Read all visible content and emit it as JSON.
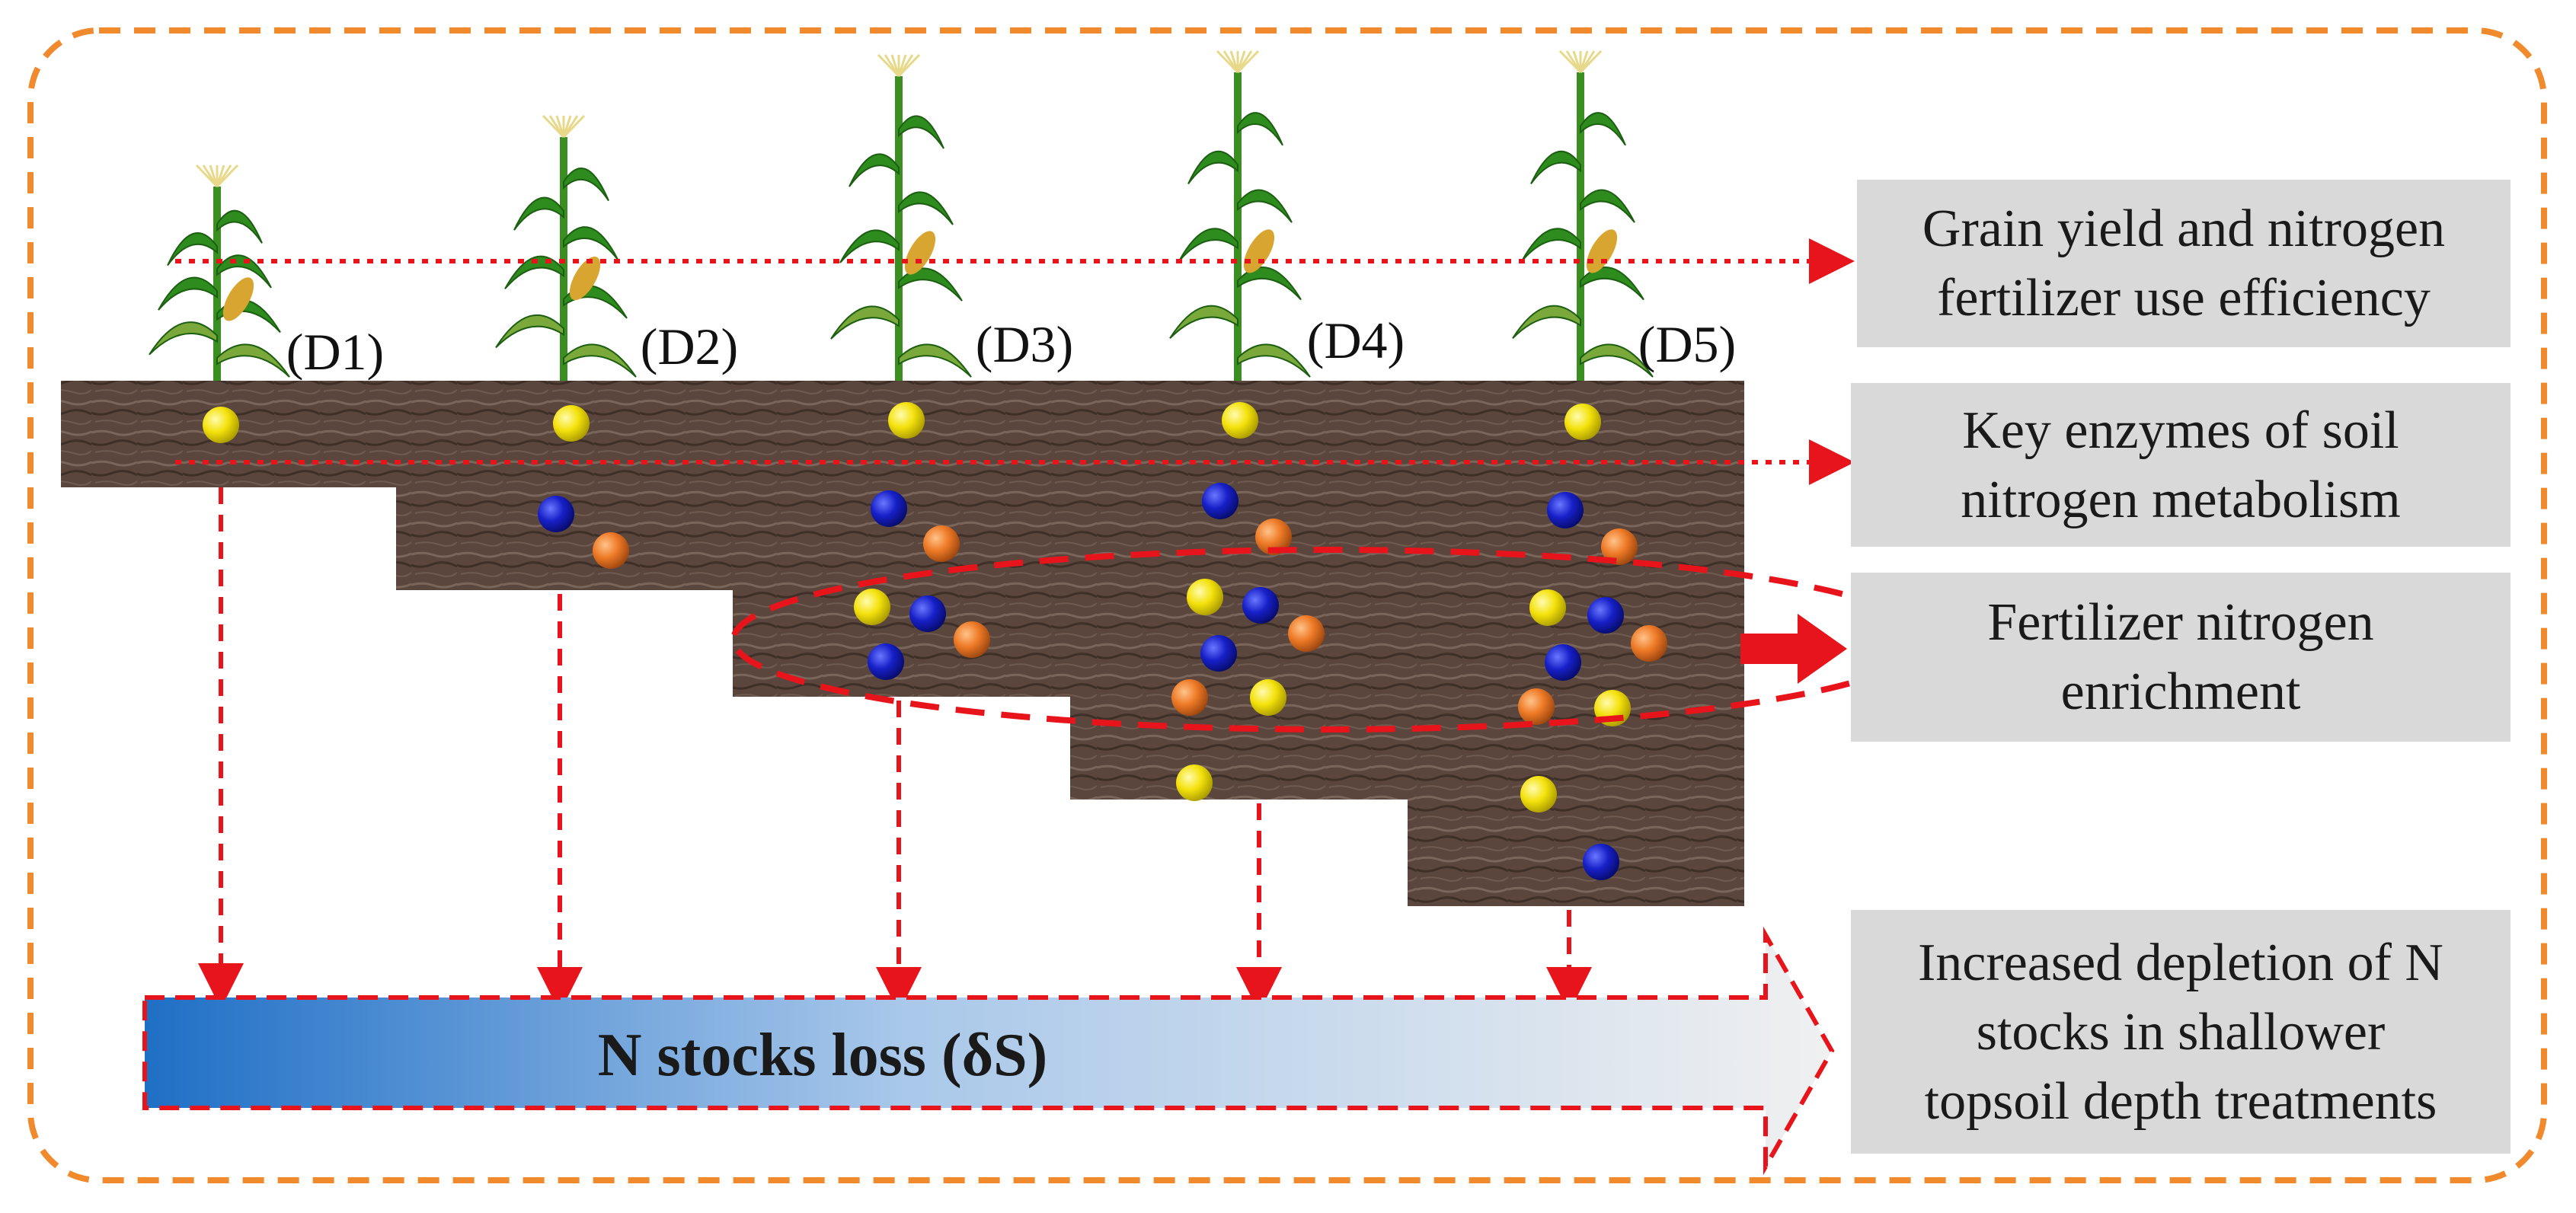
{
  "treatments": [
    "(D1)",
    "(D2)",
    "(D3)",
    "(D4)",
    "(D5)"
  ],
  "panels": {
    "grain_yield": "Grain yield and nitrogen\nfertilizer use efficiency",
    "key_enzymes": "Key enzymes of soil\nnitrogen metabolism",
    "fertilizer_enrichment": "Fertilizer nitrogen\nenrichment",
    "depletion": "Increased depletion of N\nstocks in shallower\ntopsoil depth treatments"
  },
  "arrow_label": "N stocks loss (δS)",
  "colors": {
    "frame": "#f08a2c",
    "dashed_red": "#e8141c",
    "soil": "#5a463d",
    "panel_bg": "#d9d9d9",
    "gradient_start": "#1f6fc6",
    "gradient_end": "#f0f0f0",
    "particle_yellow": "#f4e20c",
    "particle_blue": "#1720c8",
    "particle_orange": "#ee7a26",
    "plant_green": "#2e8b1e"
  }
}
